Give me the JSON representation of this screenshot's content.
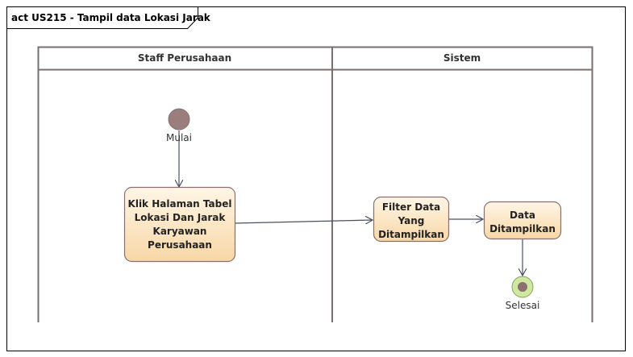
{
  "frame": {
    "title": "act US215 - Tampil data Lokasi Jarak"
  },
  "lanes": [
    {
      "title": "Staff Perusahaan"
    },
    {
      "title": "Sistem"
    }
  ],
  "nodes": {
    "start": {
      "label": "Mulai"
    },
    "action1": {
      "lines": [
        "Klik Halaman Tabel",
        "Lokasi Dan Jarak",
        "Karyawan",
        "Perusahaan"
      ]
    },
    "action2": {
      "lines": [
        "Filter Data",
        "Yang",
        "Ditampilkan"
      ]
    },
    "action3": {
      "lines": [
        "Data",
        "Ditampilkan"
      ]
    },
    "end": {
      "label": "Selesai"
    }
  },
  "colors": {
    "action_fill_top": "#fff3dc",
    "action_fill_bottom": "#f7d9a8",
    "action_stroke": "#8a6f6f",
    "start_fill": "#9a7d7d",
    "end_outer": "#cfe8a0",
    "end_inner": "#8c6f6f",
    "lane_stroke": "#7a6f6f",
    "edge": "#4a5060"
  }
}
